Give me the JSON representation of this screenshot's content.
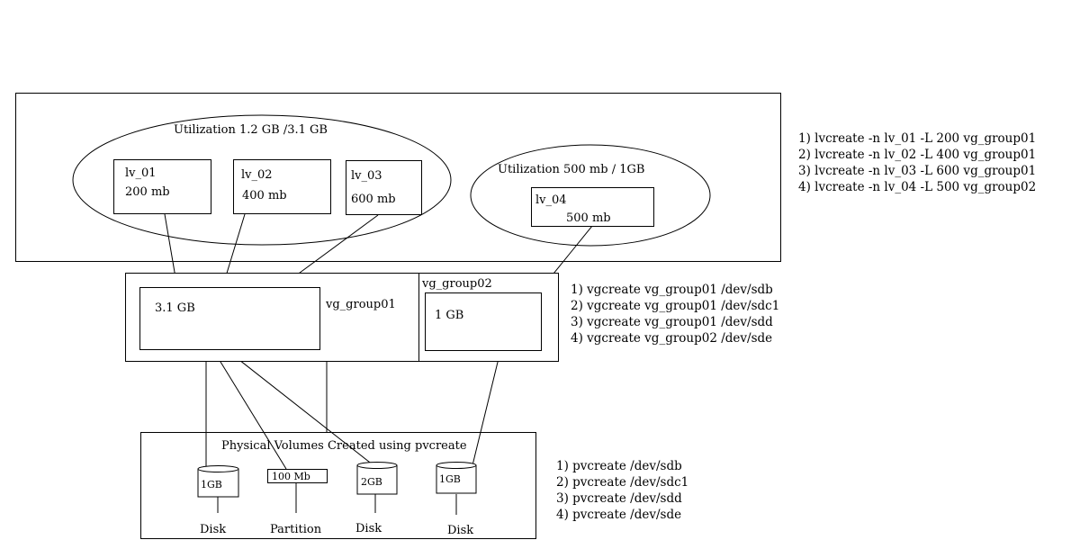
{
  "logical_volumes": {
    "group1_utilization": "Utilization 1.2 GB /3.1 GB",
    "group2_utilization": "Utilization 500 mb / 1GB",
    "lv1": {
      "name": "lv_01",
      "size": "200 mb"
    },
    "lv2": {
      "name": "lv_02",
      "size": "400 mb"
    },
    "lv3": {
      "name": "lv_03",
      "size": "600 mb"
    },
    "lv4": {
      "name": "lv_04",
      "size": "500 mb"
    }
  },
  "volume_groups": {
    "vg1": {
      "name": "vg_group01",
      "size": "3.1 GB"
    },
    "vg2": {
      "name": "vg_group02",
      "size": "1 GB"
    }
  },
  "physical_volumes": {
    "title": "Physical Volumes  Created using pvcreate",
    "devices": [
      {
        "label": "1GB",
        "type": "Disk"
      },
      {
        "label": "100 Mb",
        "type": "Partition"
      },
      {
        "label": "2GB",
        "type": "Disk"
      },
      {
        "label": "1GB",
        "type": "Disk"
      }
    ]
  },
  "commands": {
    "lvcreate": [
      "1) lvcreate -n lv_01 -L 200 vg_group01",
      "2) lvcreate -n lv_02 -L 400 vg_group01",
      "3) lvcreate -n lv_03 -L 600 vg_group01",
      "4) lvcreate -n lv_04 -L 500 vg_group02"
    ],
    "vgcreate": [
      "1) vgcreate vg_group01 /dev/sdb",
      "2) vgcreate vg_group01 /dev/sdc1",
      "3) vgcreate vg_group01 /dev/sdd",
      "4) vgcreate vg_group02 /dev/sde"
    ],
    "pvcreate": [
      "1) pvcreate /dev/sdb",
      "2) pvcreate /dev/sdc1",
      "3) pvcreate /dev/sdd",
      "4) pvcreate /dev/sde"
    ]
  }
}
